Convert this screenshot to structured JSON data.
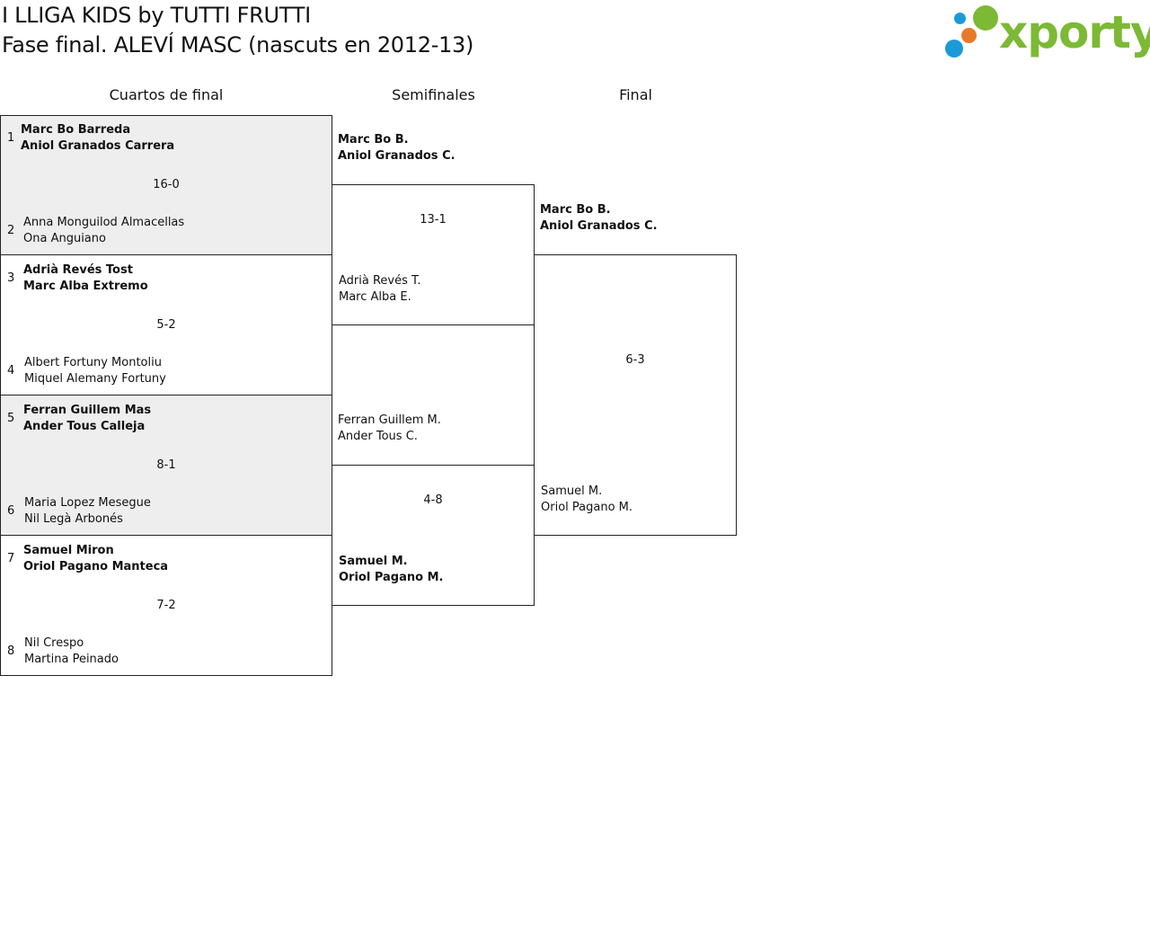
{
  "header": {
    "title_line1": "I LLIGA KIDS by TUTTI FRUTTI",
    "title_line2": "Fase final. ALEVÍ MASC (nascuts en 2012-13)"
  },
  "logo": {
    "text": "xporty",
    "colors": {
      "green": "#7cb934",
      "orange": "#e8792a",
      "blue": "#1a9bd7"
    }
  },
  "rounds": {
    "quarterfinals": "Cuartos de final",
    "semifinals": "Semifinales",
    "final": "Final"
  },
  "quarterfinals": [
    {
      "score": "16-0",
      "shaded": true,
      "top": {
        "seed": "1",
        "line1": "Marc Bo Barreda",
        "line2": "Aniol Granados Carrera",
        "winner": true
      },
      "bottom": {
        "seed": "2",
        "line1": "Anna Monguilod Almacellas",
        "line2": "Ona Anguiano",
        "winner": false
      }
    },
    {
      "score": "5-2",
      "shaded": false,
      "top": {
        "seed": "3",
        "line1": "Adrià Revés Tost",
        "line2": "Marc Alba Extremo",
        "winner": true
      },
      "bottom": {
        "seed": "4",
        "line1": "Albert Fortuny Montoliu",
        "line2": "Miquel Alemany Fortuny",
        "winner": false
      }
    },
    {
      "score": "8-1",
      "shaded": true,
      "top": {
        "seed": "5",
        "line1": "Ferran Guillem Mas",
        "line2": "Ander Tous Calleja",
        "winner": true
      },
      "bottom": {
        "seed": "6",
        "line1": "Maria Lopez Mesegue",
        "line2": "Nil Legà Arbonés",
        "winner": false
      }
    },
    {
      "score": "7-2",
      "shaded": false,
      "top": {
        "seed": "7",
        "line1": "Samuel Miron",
        "line2": "Oriol Pagano Manteca",
        "winner": true
      },
      "bottom": {
        "seed": "8",
        "line1": "Nil Crespo",
        "line2": "Martina Peinado",
        "winner": false
      }
    }
  ],
  "semifinals": [
    {
      "score": "13-1",
      "top": {
        "line1": "Marc Bo B.",
        "line2": "Aniol Granados C.",
        "winner": true
      },
      "bottom": {
        "line1": "Adrià Revés T.",
        "line2": "Marc Alba E.",
        "winner": false
      }
    },
    {
      "score": "4-8",
      "top": {
        "line1": "Ferran Guillem M.",
        "line2": "Ander Tous C.",
        "winner": false
      },
      "bottom": {
        "line1": "Samuel M.",
        "line2": "Oriol Pagano M.",
        "winner": true
      }
    }
  ],
  "final": {
    "score": "6-3",
    "top": {
      "line1": "Marc Bo B.",
      "line2": "Aniol Granados C.",
      "winner": true
    },
    "bottom": {
      "line1": "Samuel M.",
      "line2": "Oriol Pagano M.",
      "winner": false
    }
  }
}
